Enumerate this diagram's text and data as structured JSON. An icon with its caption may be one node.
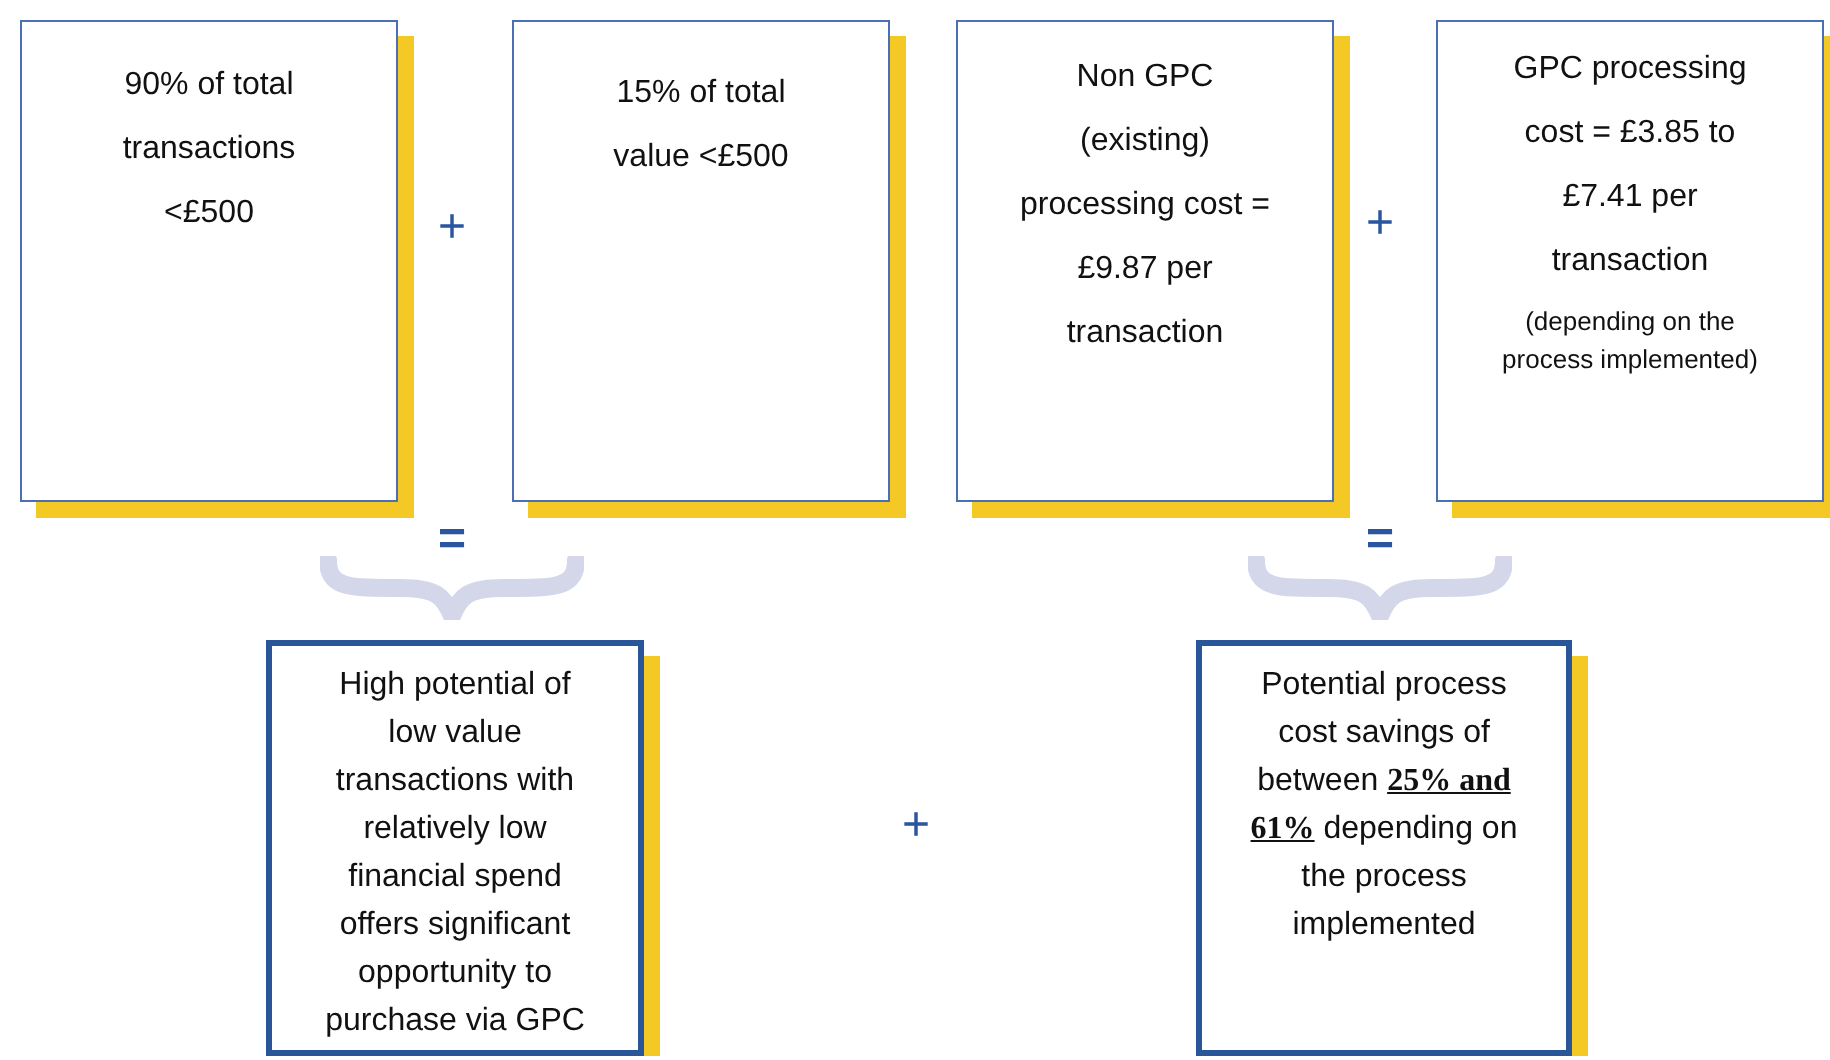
{
  "diagram": {
    "nodes": [
      {
        "text": [
          "90% of total transactions <£500"
        ]
      },
      {
        "text": [
          "15% of total value <£500"
        ]
      },
      {
        "text": [
          "Non GPC (existing) processing cost = £9.87 per transaction"
        ]
      },
      {
        "text": [
          "GPC processing cost = £3.85 to £7.41 per transaction",
          "(depending on the process implemented)"
        ]
      },
      {
        "text": [
          "High potential of low value transactions with relatively low financial spend offers significant opportunity to purchase via GPC"
        ]
      },
      {
        "text": [
          "Potential process cost savings of between **25% and 61%** depending on the process implemented"
        ]
      }
    ],
    "labels": [
      "+",
      "+",
      "=",
      "=",
      "+"
    ]
  }
}
